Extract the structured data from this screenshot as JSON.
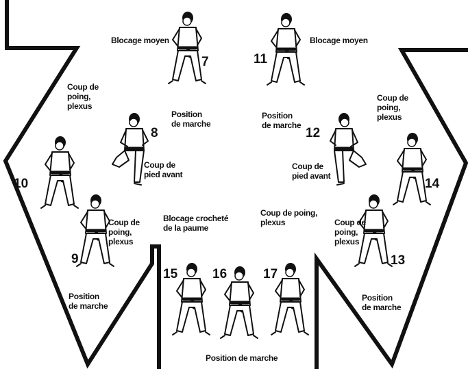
{
  "diagram": {
    "line_color": "#111111",
    "background": "#ffffff",
    "moves": [
      {
        "number": "7",
        "labels": [
          "Blocage moyen",
          "Position\nde marche"
        ]
      },
      {
        "number": "8",
        "labels": [
          "Coup de\npied avant"
        ]
      },
      {
        "number": "9",
        "labels": [
          "Coup de\npoing,\nplexus",
          "Position\nde marche"
        ]
      },
      {
        "number": "10",
        "labels": [
          "Coup de\npoing,\nplexus"
        ]
      },
      {
        "number": "11",
        "labels": [
          "Blocage moyen",
          "Position\nde marche"
        ]
      },
      {
        "number": "12",
        "labels": [
          "Coup de\npied avant"
        ]
      },
      {
        "number": "13",
        "labels": [
          "Coup de\npoing,\nplexus",
          "Position\nde marche"
        ]
      },
      {
        "number": "14",
        "labels": [
          "Coup de\npoing,\nplexus"
        ]
      },
      {
        "number": "15",
        "labels": [
          "Blocage crocheté\nde la paume"
        ]
      },
      {
        "number": "16",
        "labels": []
      },
      {
        "number": "17",
        "labels": [
          "Coup de poing,\nplexus"
        ]
      }
    ],
    "bottom_label": "Position de marche"
  }
}
